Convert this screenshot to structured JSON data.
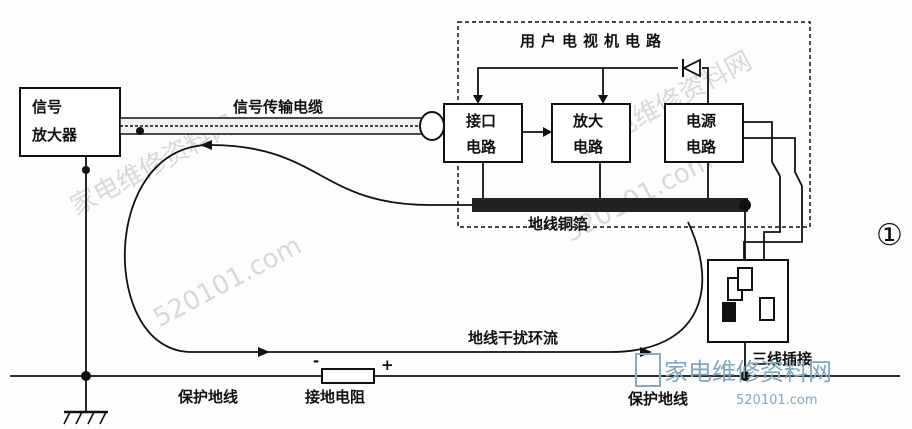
{
  "title": "用户电视机电路",
  "blocks": {
    "amplifier": [
      "信号",
      "放大器"
    ],
    "interface": [
      "接口",
      "电路"
    ],
    "amp": [
      "放大",
      "电路"
    ],
    "power": [
      "电源",
      "电路"
    ]
  },
  "labels": {
    "signal_cable": "信号传输电缆",
    "ground_copper": "地线铜箔",
    "loop_current": "地线干扰环流",
    "protect_ground_left": "保护地线",
    "protect_ground_right": "保护地线",
    "ground_resistor": "接地电阻",
    "three_wire_plug": "三线插接",
    "minus_sign": "-",
    "plus_sign": "+",
    "figure_number": "①"
  },
  "watermarks": {
    "w1": "家电维修资料网",
    "w2": "520101.com",
    "logo_text": "家电维修资料网",
    "logo_url": "520101.com"
  }
}
